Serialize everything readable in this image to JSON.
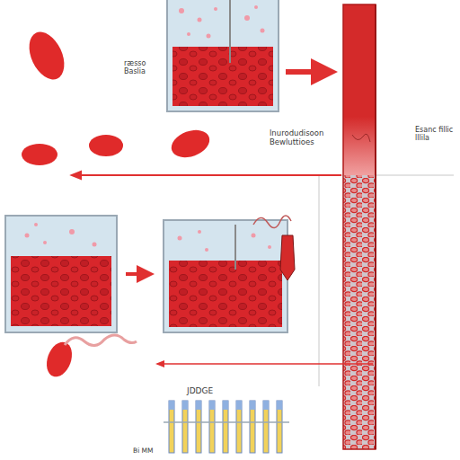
{
  "diagram": {
    "labels": [
      "ræsso Baslia",
      "lnurodudisoon Bewluttioes",
      "Esanc fillic lllila",
      "JDDGE",
      "Bi MM"
    ]
  }
}
